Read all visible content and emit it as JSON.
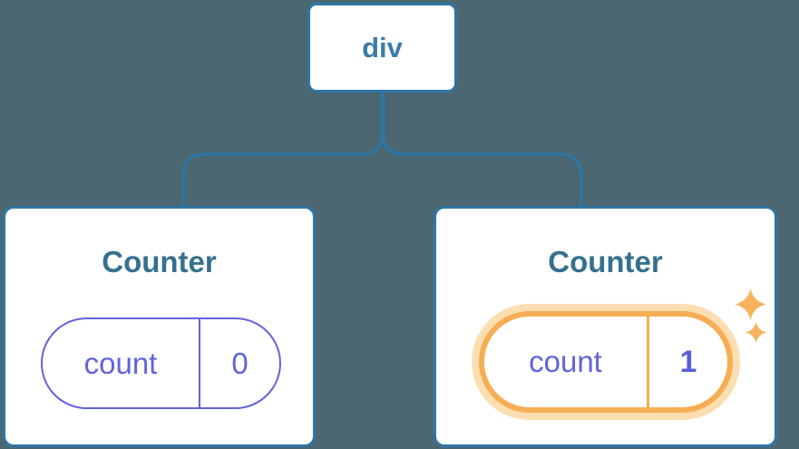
{
  "tree": {
    "root": {
      "label": "div"
    },
    "children": [
      {
        "title": "Counter",
        "state": {
          "name": "count",
          "value": "0"
        },
        "highlighted": false
      },
      {
        "title": "Counter",
        "state": {
          "name": "count",
          "value": "1"
        },
        "highlighted": true
      }
    ]
  },
  "icons": {
    "sparkles": [
      "sparkle-icon",
      "sparkle-icon"
    ]
  },
  "colors": {
    "background": "#4C6772",
    "node_fill": "#FFFFFF",
    "node_border_blue": "#2E76A6",
    "connector_blue": "#2E76A6",
    "root_label_blue": "#3A7CA8",
    "component_title_blue": "#35708E",
    "state_indigo": "#6163DB",
    "state_value_indigo_bold": "#5B5ED8",
    "highlight_orange": "#F6AD53",
    "highlight_glow": "#FCDEB0",
    "sparkle_orange": "#F7B35C"
  }
}
